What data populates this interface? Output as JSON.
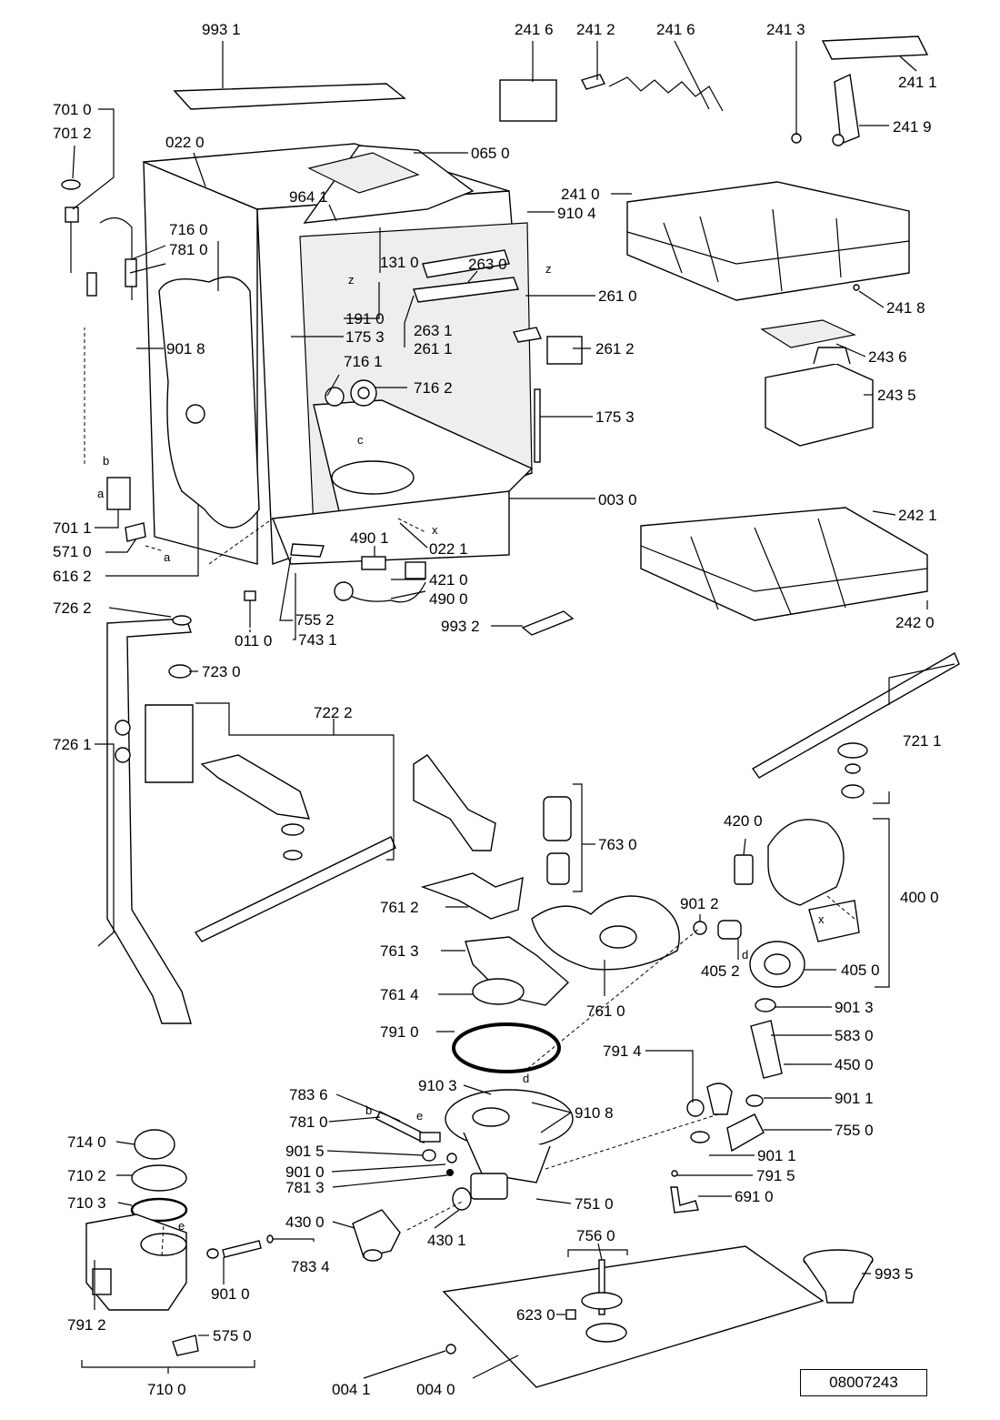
{
  "labels": [
    {
      "id": "l9931",
      "text": "993 1"
    },
    {
      "id": "l2416a",
      "text": "241 6"
    },
    {
      "id": "l2412",
      "text": "241 2"
    },
    {
      "id": "l2416b",
      "text": "241 6"
    },
    {
      "id": "l2413",
      "text": "241 3"
    },
    {
      "id": "l2411",
      "text": "241 1"
    },
    {
      "id": "l2419",
      "text": "241 9"
    },
    {
      "id": "l7010",
      "text": "701 0"
    },
    {
      "id": "l7012",
      "text": "701 2"
    },
    {
      "id": "l0220",
      "text": "022 0"
    },
    {
      "id": "l0650",
      "text": "065 0"
    },
    {
      "id": "l9641",
      "text": "964 1"
    },
    {
      "id": "l9104",
      "text": "910 4"
    },
    {
      "id": "l2410",
      "text": "241 0"
    },
    {
      "id": "l7160",
      "text": "716 0"
    },
    {
      "id": "l7810a",
      "text": "781 0"
    },
    {
      "id": "l1310",
      "text": "131 0"
    },
    {
      "id": "l2630",
      "text": "263 0"
    },
    {
      "id": "l2610",
      "text": "261 0"
    },
    {
      "id": "l2418",
      "text": "241 8"
    },
    {
      "id": "l1910",
      "text": "191 0"
    },
    {
      "id": "l1753a",
      "text": "175 3"
    },
    {
      "id": "l2631",
      "text": "263 1"
    },
    {
      "id": "l2611",
      "text": "261 1"
    },
    {
      "id": "l9018",
      "text": "901 8"
    },
    {
      "id": "l2612",
      "text": "261 2"
    },
    {
      "id": "l2436",
      "text": "243 6"
    },
    {
      "id": "l7161",
      "text": "716 1"
    },
    {
      "id": "l7162",
      "text": "716 2"
    },
    {
      "id": "l2435",
      "text": "243 5"
    },
    {
      "id": "l1753b",
      "text": "175 3"
    },
    {
      "id": "l0030",
      "text": "003 0"
    },
    {
      "id": "l7011",
      "text": "701 1"
    },
    {
      "id": "l5710",
      "text": "571 0"
    },
    {
      "id": "l6162",
      "text": "616 2"
    },
    {
      "id": "l4901",
      "text": "490 1"
    },
    {
      "id": "l0221",
      "text": "022 1"
    },
    {
      "id": "l4210",
      "text": "421 0"
    },
    {
      "id": "l4900",
      "text": "490 0"
    },
    {
      "id": "l2421",
      "text": "242 1"
    },
    {
      "id": "l7262",
      "text": "726 2"
    },
    {
      "id": "l7552",
      "text": "755 2"
    },
    {
      "id": "l0110",
      "text": "011 0"
    },
    {
      "id": "l7431",
      "text": "743 1"
    },
    {
      "id": "l9932",
      "text": "993 2"
    },
    {
      "id": "l2420",
      "text": "242 0"
    },
    {
      "id": "l7230",
      "text": "723 0"
    },
    {
      "id": "l7222",
      "text": "722 2"
    },
    {
      "id": "l7261",
      "text": "726 1"
    },
    {
      "id": "l7211",
      "text": "721 1"
    },
    {
      "id": "l4200",
      "text": "420 0"
    },
    {
      "id": "l7630",
      "text": "763 0"
    },
    {
      "id": "l4000",
      "text": "400 0"
    },
    {
      "id": "l7612",
      "text": "761 2"
    },
    {
      "id": "l9012",
      "text": "901 2"
    },
    {
      "id": "l7613",
      "text": "761 3"
    },
    {
      "id": "l4052",
      "text": "405 2"
    },
    {
      "id": "l4050",
      "text": "405 0"
    },
    {
      "id": "l7614",
      "text": "761 4"
    },
    {
      "id": "l7610",
      "text": "761 0"
    },
    {
      "id": "l9013",
      "text": "901 3"
    },
    {
      "id": "l7910",
      "text": "791 0"
    },
    {
      "id": "l5830",
      "text": "583 0"
    },
    {
      "id": "l7914",
      "text": "791 4"
    },
    {
      "id": "l4500",
      "text": "450 0"
    },
    {
      "id": "l7836",
      "text": "783 6"
    },
    {
      "id": "l9103",
      "text": "910 3"
    },
    {
      "id": "l9011a",
      "text": "901 1"
    },
    {
      "id": "l7810b",
      "text": "781 0"
    },
    {
      "id": "l9108",
      "text": "910 8"
    },
    {
      "id": "l7140",
      "text": "714 0"
    },
    {
      "id": "l9015",
      "text": "901 5"
    },
    {
      "id": "l7550",
      "text": "755 0"
    },
    {
      "id": "l7102",
      "text": "710 2"
    },
    {
      "id": "l9010a",
      "text": "901 0"
    },
    {
      "id": "l9011b",
      "text": "901 1"
    },
    {
      "id": "l7813",
      "text": "781 3"
    },
    {
      "id": "l7915",
      "text": "791 5"
    },
    {
      "id": "l7103",
      "text": "710 3"
    },
    {
      "id": "l7510",
      "text": "751 0"
    },
    {
      "id": "l6910",
      "text": "691 0"
    },
    {
      "id": "l4300",
      "text": "430 0"
    },
    {
      "id": "l4301",
      "text": "430 1"
    },
    {
      "id": "l7560",
      "text": "756 0"
    },
    {
      "id": "l7834",
      "text": "783 4"
    },
    {
      "id": "l9935",
      "text": "993 5"
    },
    {
      "id": "l9010b",
      "text": "901 0"
    },
    {
      "id": "l6230",
      "text": "623 0"
    },
    {
      "id": "l7912",
      "text": "791 2"
    },
    {
      "id": "l5750",
      "text": "575 0"
    },
    {
      "id": "l7100",
      "text": "710 0"
    },
    {
      "id": "l0041",
      "text": "004 1"
    },
    {
      "id": "l0040",
      "text": "004 0"
    }
  ],
  "letters": [
    {
      "id": "la",
      "text": "a"
    },
    {
      "id": "lb",
      "text": "b"
    },
    {
      "id": "la2",
      "text": "a"
    },
    {
      "id": "lz1",
      "text": "z"
    },
    {
      "id": "lz2",
      "text": "z"
    },
    {
      "id": "lc",
      "text": "c"
    },
    {
      "id": "lx1",
      "text": "x"
    },
    {
      "id": "lx2",
      "text": "x"
    },
    {
      "id": "ld1",
      "text": "d"
    },
    {
      "id": "ld2",
      "text": "d"
    },
    {
      "id": "le1",
      "text": "e"
    },
    {
      "id": "le2",
      "text": "e"
    },
    {
      "id": "lb2",
      "text": "b"
    }
  ],
  "document_number": "08007243"
}
